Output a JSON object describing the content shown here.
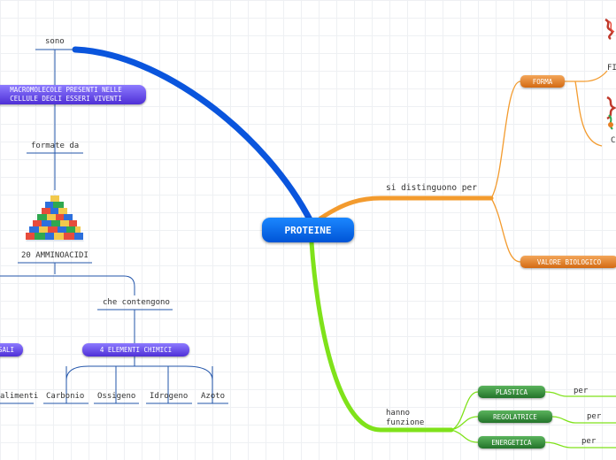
{
  "root": "PROTEINE",
  "branches": {
    "sono": "sono",
    "macromolecole": "MACROMOLECOLE PRESENTI NELLE\nCELLULE DEGLI ESSERI VIVENTI",
    "formate_da": "formate da",
    "amminoacidi": "20 AMMINOACIDI",
    "che_contengono": "che contengono",
    "elementi": "4 ELEMENTI CHIMICI",
    "sali": "SALI",
    "alimenti": "alimenti",
    "carbonio": "Carbonio",
    "ossigeno": "Ossigeno",
    "idrogeno": "Idrogeno",
    "azoto": "Azoto",
    "si_distinguono": "si distinguono per",
    "forma": "FORMA",
    "fi": "FI",
    "c": "C",
    "valore": "VALORE BIOLOGICO",
    "hanno_funzione": "hanno\nfunzione",
    "plastica": "PLASTICA",
    "regolatrice": "REGOLATRICE",
    "energetica": "ENERGETICA",
    "per1": "per",
    "per2": "per",
    "per3": "per"
  },
  "colors": {
    "root": "#0a6ff0",
    "blue_branch": "#0055e0",
    "orange_branch": "#f39b2e",
    "green_branch": "#7fe21a",
    "purple": "#5b3df0"
  }
}
